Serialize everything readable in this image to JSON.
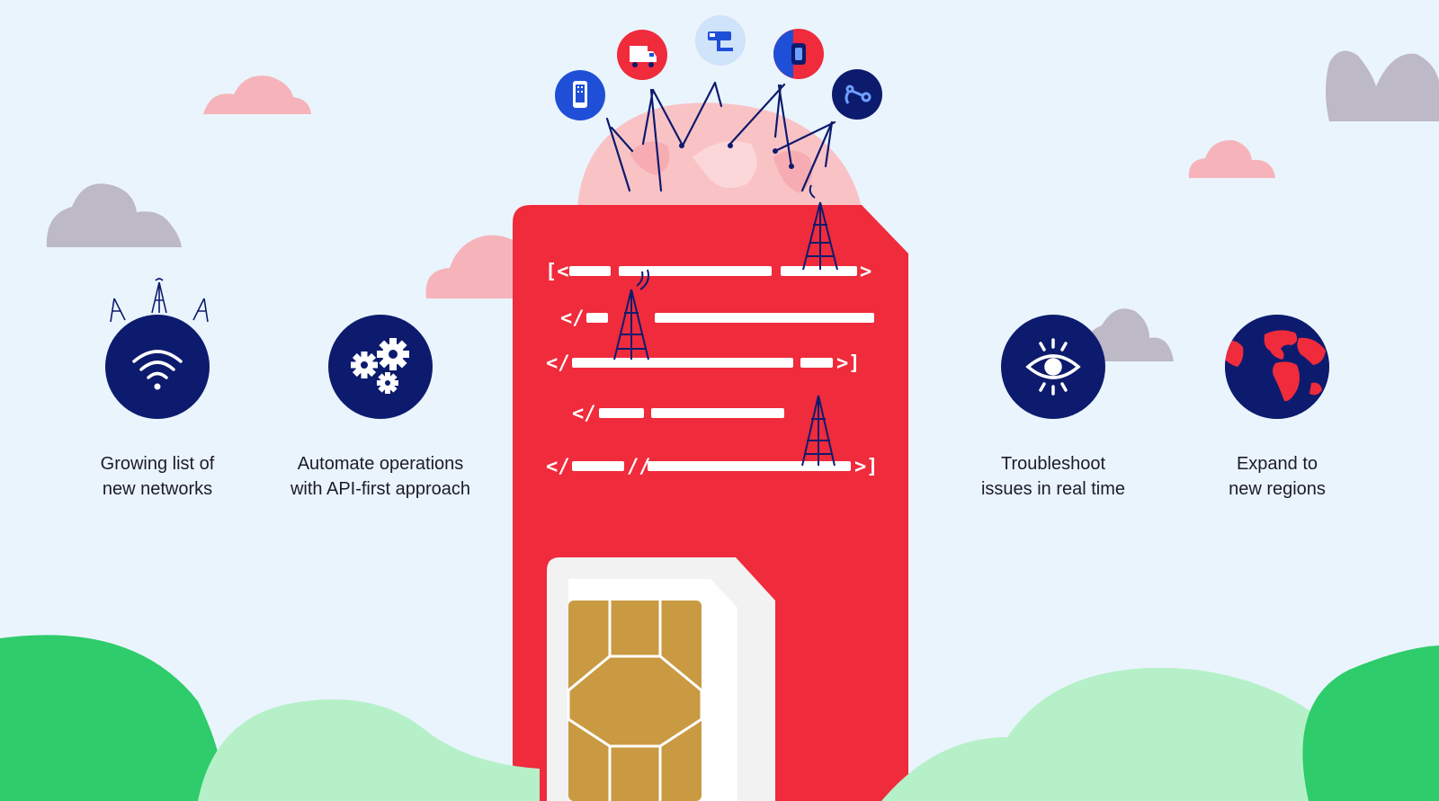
{
  "features": [
    {
      "id": "networks",
      "icon": "wifi-icon",
      "line1": "Growing list of",
      "line2": "new networks"
    },
    {
      "id": "automate",
      "icon": "gears-icon",
      "line1": "Automate operations",
      "line2": "with API-first approach"
    },
    {
      "id": "troubleshoot",
      "icon": "eye-icon",
      "line1": "Troubleshoot",
      "line2": "issues in real time"
    },
    {
      "id": "expand",
      "icon": "globe-icon",
      "line1": "Expand to",
      "line2": "new regions"
    }
  ],
  "sim": {
    "code_glyphs": [
      "[<",
      ">",
      "</",
      "</",
      ">]",
      "</",
      "</",
      "//",
      ">]"
    ]
  },
  "device_icons": [
    "smartphone-icon",
    "truck-icon",
    "security-camera-icon",
    "smartwatch-icon",
    "robot-arm-icon"
  ],
  "colors": {
    "background": "#eaf4fd",
    "sim_red": "#ef2b3c",
    "navy": "#0d1b6e",
    "chip_gold": "#c99a42",
    "green_dark": "#2ecc6a",
    "green_light": "#b6f0c8",
    "cloud_pink": "#f6b4ba",
    "cloud_grey": "#bdb9c6"
  }
}
